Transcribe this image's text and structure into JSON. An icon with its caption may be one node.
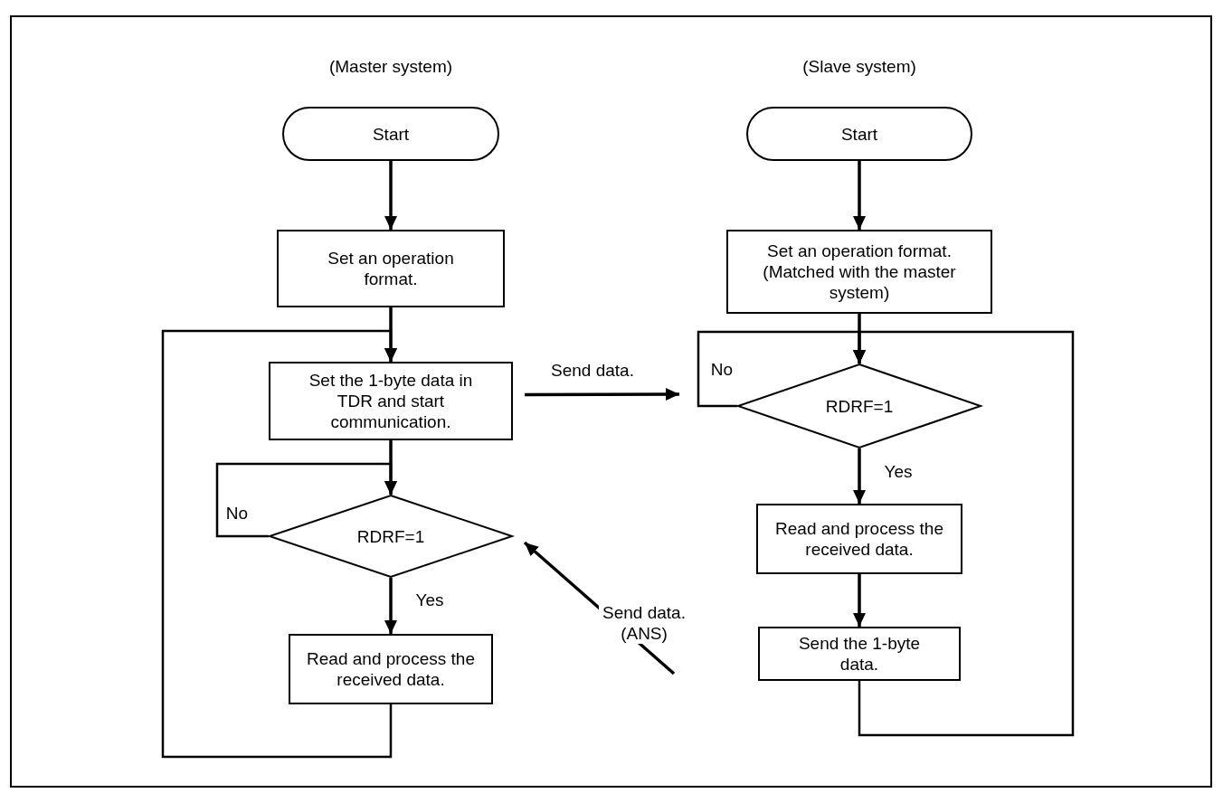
{
  "diagram": {
    "nodes": [
      {
        "text": [
          "Start"
        ]
      },
      {
        "text": [
          "Set an operation format."
        ]
      },
      {
        "text": [
          "Set the 1-byte data in TDR and start communication."
        ]
      },
      {
        "text": [
          "RDRF=1"
        ]
      },
      {
        "text": [
          "Read and process the received data."
        ]
      },
      {
        "text": [
          "Start"
        ]
      },
      {
        "text": [
          "Set an operation format.",
          "(Matched with the master system)"
        ]
      },
      {
        "text": [
          "RDRF=1"
        ]
      },
      {
        "text": [
          "Read and process the received data."
        ]
      },
      {
        "text": [
          "Send the 1-byte data."
        ]
      }
    ],
    "edges": [
      {
        "from": 0,
        "to": 1,
        "arrow": "to"
      },
      {
        "from": 1,
        "to": 2,
        "arrow": "to"
      },
      {
        "from": 2,
        "to": 3,
        "arrow": "to"
      },
      {
        "from": 3,
        "to": 3,
        "arrow": "to",
        "label": "No"
      },
      {
        "from": 3,
        "to": 4,
        "arrow": "to",
        "label": "Yes"
      },
      {
        "from": 4,
        "to": 2,
        "arrow": "to"
      },
      {
        "from": 2,
        "to": 7,
        "arrow": "to",
        "label": "Send data."
      },
      {
        "from": null,
        "to": 3,
        "arrow": "to",
        "label": "Send data. (ANS)"
      },
      {
        "from": 5,
        "to": 6,
        "arrow": "to"
      },
      {
        "from": 6,
        "to": 7,
        "arrow": "to"
      },
      {
        "from": 7,
        "to": 7,
        "arrow": "to",
        "label": "No"
      },
      {
        "from": 7,
        "to": 8,
        "arrow": "to",
        "label": "Yes"
      },
      {
        "from": 8,
        "to": 9,
        "arrow": "to"
      },
      {
        "from": 9,
        "to": 7,
        "arrow": "to"
      }
    ],
    "labels": [
      "(Master system)",
      "(Slave system)"
    ]
  }
}
